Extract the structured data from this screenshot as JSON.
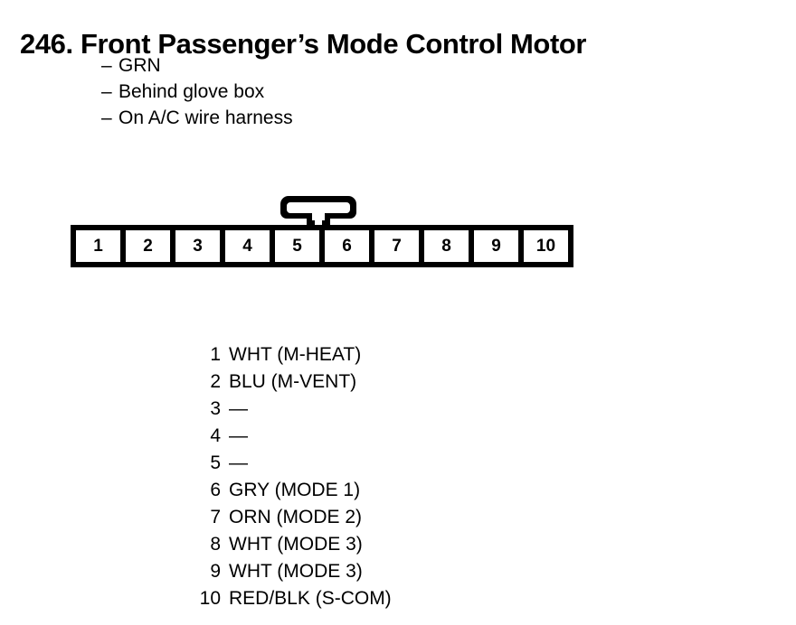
{
  "page": {
    "entry_number": "246.",
    "title": "246. Front Passenger’s Mode Control Motor",
    "background_color": "#ffffff",
    "ink_color": "#000000"
  },
  "notes": {
    "dash": "–",
    "items": [
      {
        "dash": "–",
        "text": "GRN"
      },
      {
        "dash": "–",
        "text": "Behind glove box"
      },
      {
        "dash": "–",
        "text": "On A/C wire harness"
      }
    ]
  },
  "connector": {
    "name": "10-pin connector",
    "latch_label": "connector-latch-tab",
    "latch_position_between_pins": "5-6",
    "pin_count": 10,
    "pins": [
      {
        "number": "1"
      },
      {
        "number": "2"
      },
      {
        "number": "3"
      },
      {
        "number": "4"
      },
      {
        "number": "5"
      },
      {
        "number": "6"
      },
      {
        "number": "7"
      },
      {
        "number": "8"
      },
      {
        "number": "9"
      },
      {
        "number": "10"
      }
    ]
  },
  "pin_legend": [
    {
      "number": "1",
      "desc": "WHT (M-HEAT)"
    },
    {
      "number": "2",
      "desc": "BLU (M-VENT)"
    },
    {
      "number": "3",
      "desc": "—"
    },
    {
      "number": "4",
      "desc": "—"
    },
    {
      "number": "5",
      "desc": "—"
    },
    {
      "number": "6",
      "desc": "GRY (MODE 1)"
    },
    {
      "number": "7",
      "desc": "ORN (MODE 2)"
    },
    {
      "number": "8",
      "desc": "WHT (MODE 3)"
    },
    {
      "number": "9",
      "desc": "WHT (MODE 3)"
    },
    {
      "number": "10",
      "desc": "RED/BLK (S-COM)"
    }
  ]
}
